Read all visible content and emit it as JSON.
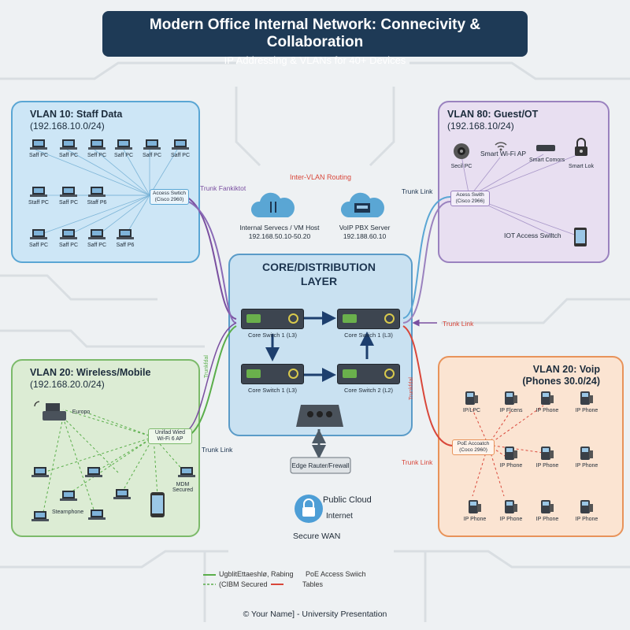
{
  "header": {
    "title": "Modern Office Internal Network: Connecivity & Collaboration",
    "subtitle": "IP Addressing & VLANs for 40+ Devices"
  },
  "vlan_staff": {
    "title": "VLAN 10: Staff Data",
    "subnet": "(192.168.10.0/24)",
    "pc_labels": [
      "Saff PC",
      "Saff PC",
      "Seff PC",
      "Saff PC",
      "Saff PC",
      "Saff PC",
      "Staff PC",
      "Saff PC",
      "Staff P6",
      "Saff PC",
      "Saff PC",
      "Saff PC",
      "Saff P6"
    ],
    "access_switch": "Access Swtich (Cisco 2960)"
  },
  "vlan_guest": {
    "title": "VLAN 80: Guest/OT",
    "subnet": "(192.168.10/24)",
    "cam_label": "Secil PC",
    "ap_label": "Smart Wi-Fi AP",
    "sensor_label": "Smart Comors",
    "lock_label": "Smart Lok",
    "access_switch": "Acess Swith (Cisco 2966)",
    "iot_label": "IOT Access Swiltch"
  },
  "vlan_wifi": {
    "title": "VLAN 20: Wireless/Mobile",
    "subnet": "(192.168.20.0/24)",
    "printer_label": "Europo",
    "ap_label": "Unifad Wied Wi-Fi 6 AP",
    "phone_label": "Stearnphone",
    "mdm_label": "MDM Secured"
  },
  "vlan_voip": {
    "title": "VLAN 20: Voip",
    "subnet": "(Phones 30.0/24)",
    "switch_label": "PoE Accoatch (Coco 2960)",
    "phone_labels": [
      "IP/LPC",
      "IP Flcens",
      "IP Phone",
      "IP Phone",
      "IP Phone",
      "IP Phone",
      "IP Phone",
      "IP Phone",
      "IP Phone",
      "IP Phone",
      "IP Phone"
    ]
  },
  "middle": {
    "inter_vlan": "Inter-VLAN Routing",
    "server1": "Internal Servecs / VM Host",
    "server1_ip": "192.168.50.10-50.20",
    "server2": "VoIP PBX Server",
    "server2_ip": "192.188.60.10",
    "edge": "Edge Rauter/Frewall",
    "cloud": "Public Cloud",
    "internet": "Internet",
    "wan": "Secure WAN"
  },
  "core": {
    "title_line1": "CORE/DISTRIBUTION",
    "title_line2": "LAYER",
    "sw1": "Core Switch 1 (L3)",
    "sw2": "Core Swiich 1 (L3)",
    "sw3": "Core Switch 1 (L3)",
    "sw4": "Core Switch 2 (L2)"
  },
  "trunks": {
    "staff": "Trunk Fankiktot",
    "guest": "Trunk Link",
    "core_right": "Trunk Link",
    "voip": "Trunk Link",
    "wifi": "Trunk Link",
    "vert_left": "Trunkfdal",
    "vert_right": "Trunkfdal"
  },
  "legend": {
    "item1": "UgblitEttaeshlø, Rabing",
    "item2": "PoE Access Swiich",
    "item3": "(CIBM Secured",
    "item4": "Tables"
  },
  "footer": "© Your Name] - University Presentation",
  "colors": {
    "title_bg": "#1e3a56",
    "staff": "#5aa6d4",
    "guest": "#9a82bf",
    "wifi": "#7cba6a",
    "voip": "#e8935a",
    "trunk_red": "#d9473a",
    "trunk_purple": "#7a4fa0"
  }
}
